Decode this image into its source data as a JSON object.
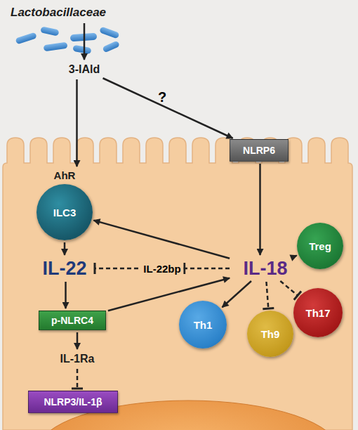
{
  "diagram": {
    "nodes": [
      {
        "text": [
          "Lactobacillaceae"
        ]
      },
      {
        "text": [
          "3-IAld"
        ]
      },
      {
        "text": [
          "NLRP6"
        ]
      },
      {
        "text": [
          "AhR",
          "ILC3"
        ]
      },
      {
        "text": [
          "IL-22"
        ]
      },
      {
        "text": [
          "IL-18"
        ]
      },
      {
        "text": [
          "Treg"
        ]
      },
      {
        "text": [
          "Th17"
        ]
      },
      {
        "text": [
          "p-NLRC4"
        ]
      },
      {
        "text": [
          "Th1"
        ]
      },
      {
        "text": [
          "Th9"
        ]
      },
      {
        "text": [
          "IL-1Ra"
        ]
      },
      {
        "text": [
          "NLRP3/IL-1β"
        ]
      }
    ],
    "edges": [
      {
        "from": 0,
        "to": 1,
        "arrow": "to"
      },
      {
        "from": 1,
        "to": 3,
        "arrow": "to"
      },
      {
        "from": 1,
        "to": 2,
        "label": "?",
        "arrow": "to"
      },
      {
        "from": 2,
        "to": 5,
        "arrow": "to"
      },
      {
        "from": 5,
        "to": 3,
        "arrow": "to"
      },
      {
        "from": 3,
        "to": 4,
        "arrow": "to"
      },
      {
        "from": 5,
        "to": 4,
        "label": "IL-22bp",
        "arrow": "to"
      },
      {
        "from": 4,
        "to": 8,
        "arrow": "to"
      },
      {
        "from": 8,
        "to": 5,
        "arrow": "to"
      },
      {
        "from": 8,
        "to": 11,
        "arrow": "to"
      },
      {
        "from": 11,
        "to": 12,
        "arrow": "to"
      },
      {
        "from": 5,
        "to": 6,
        "arrow": "to"
      },
      {
        "from": 5,
        "to": 9,
        "arrow": "to"
      },
      {
        "from": 5,
        "to": 10,
        "arrow": "to"
      },
      {
        "from": 5,
        "to": 7,
        "arrow": "to"
      }
    ]
  }
}
